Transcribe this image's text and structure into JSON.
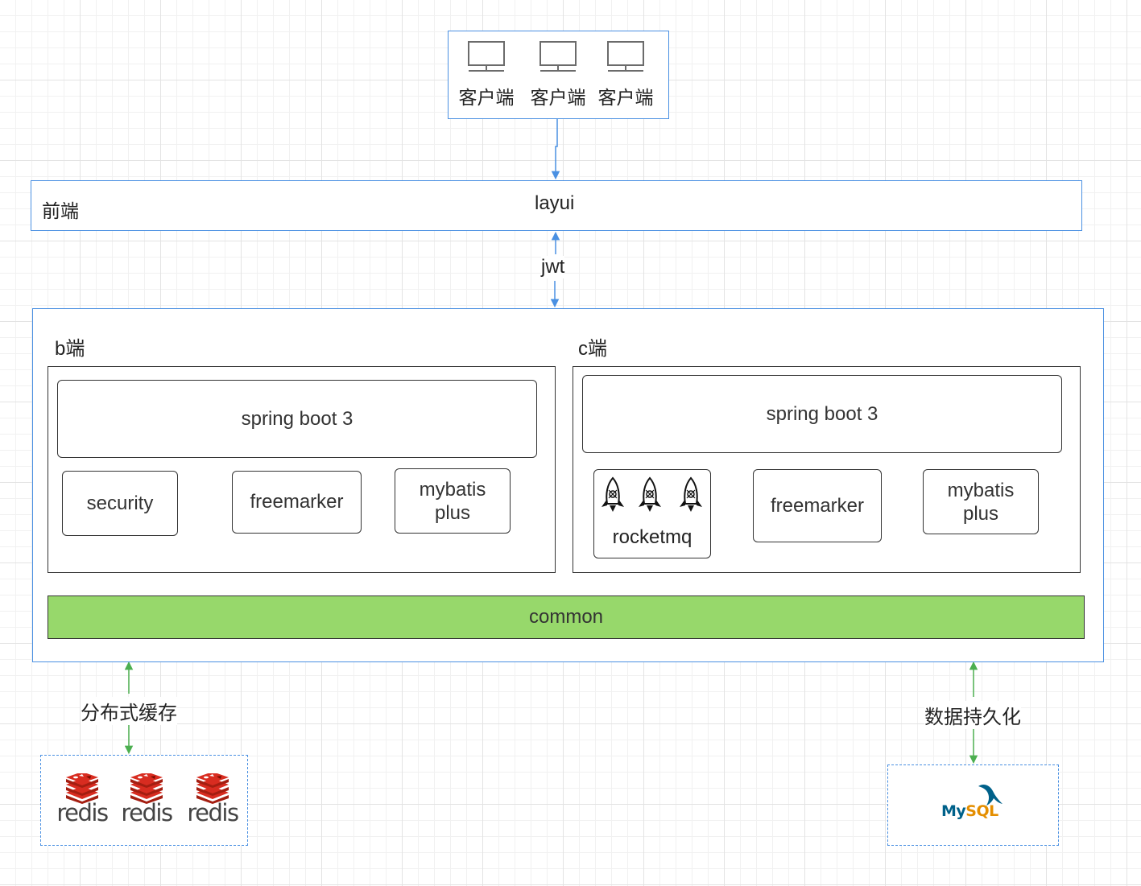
{
  "clients": {
    "items": [
      {
        "label": "客户端",
        "icon": "monitor-icon"
      },
      {
        "label": "客户端",
        "icon": "monitor-icon"
      },
      {
        "label": "客户端",
        "icon": "monitor-icon"
      }
    ]
  },
  "frontend": {
    "side_label": "前端",
    "framework": "layui"
  },
  "auth": {
    "label": "jwt"
  },
  "backend": {
    "b": {
      "title": "b端",
      "framework": "spring boot 3",
      "modules": [
        "security",
        "freemarker",
        "mybatis\nplus"
      ]
    },
    "c": {
      "title": "c端",
      "framework": "spring boot 3",
      "mq": {
        "label": "rocketmq",
        "icon": "rocket-icon"
      },
      "modules": [
        "freemarker",
        "mybatis\nplus"
      ]
    },
    "common": "common"
  },
  "cache": {
    "label": "分布式缓存",
    "items": [
      "redis",
      "redis",
      "redis"
    ]
  },
  "persistence": {
    "label": "数据持久化",
    "db": "MySQL"
  },
  "colors": {
    "blue": "#4a90e2",
    "green_arrow": "#4caf50",
    "common_fill": "#97d86b",
    "redis_red": "#d82c20",
    "mysql_blue": "#00618a",
    "mysql_orange": "#e48e00"
  }
}
